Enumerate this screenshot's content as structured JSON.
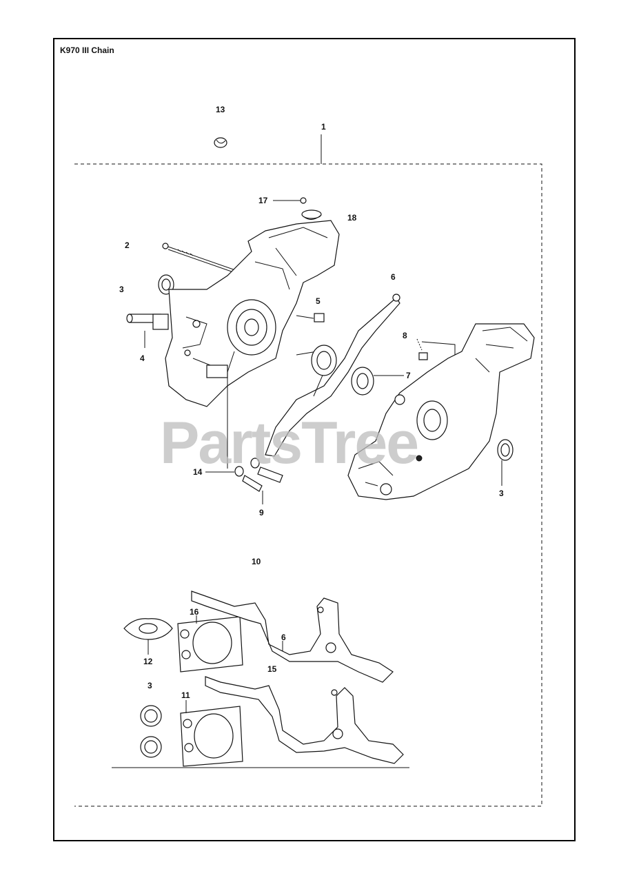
{
  "header": {
    "title": "K970 III Chain"
  },
  "watermark": "PartsTree",
  "callouts": {
    "c1": "1",
    "c2": "2",
    "c3a": "3",
    "c3b": "3",
    "c3c": "3",
    "c4": "4",
    "c5": "5",
    "c6a": "6",
    "c6b": "6",
    "c7": "7",
    "c8": "8",
    "c9": "9",
    "c10": "10",
    "c11": "11",
    "c12": "12",
    "c13": "13",
    "c14": "14",
    "c15": "15",
    "c16": "16",
    "c17": "17",
    "c18": "18"
  },
  "colors": {
    "line": "#111111",
    "watermark": "#bdbdbd",
    "background": "#ffffff"
  }
}
